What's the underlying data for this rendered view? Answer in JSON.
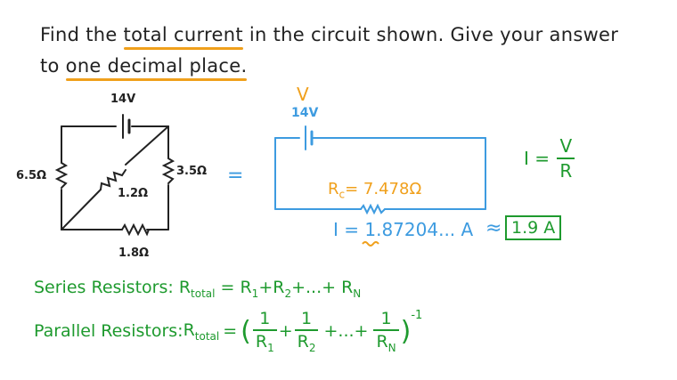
{
  "question": {
    "line1_pre": "Find the ",
    "line1_hl": "total current",
    "line1_post": " in the circuit shown.  Give your answer",
    "line2_pre": "to ",
    "line2_hl": "one decimal place."
  },
  "left_circuit": {
    "voltage": "14V",
    "r_left": "6.5Ω",
    "r_right": "3.5Ω",
    "r_diag": "1.2Ω",
    "r_bottom": "1.8Ω"
  },
  "equals": "=",
  "right_circuit": {
    "v_symbol": "V",
    "voltage": "14V",
    "rc_label": "R",
    "rc_sub": "c",
    "rc_value": "= 7.478Ω",
    "current_pre": "I = ",
    "current_value": "1.87204",
    "current_post": "... A",
    "approx": "≈",
    "answer": "1.9 A"
  },
  "ohms_law": {
    "lhs": "I =",
    "num": "V",
    "den": "R"
  },
  "series": {
    "label": "Series Resistors: ",
    "r": "R",
    "total": "total",
    "eq": " = R",
    "s1": "1",
    "p1": "+R",
    "s2": "2",
    "p2": "+...+ R",
    "sn": "N"
  },
  "parallel": {
    "label": "Parallel Resistors: ",
    "r": "R",
    "total": "total",
    "eq": "=",
    "lparen": "(",
    "one": "1",
    "r1": "R",
    "s1": "1",
    "plus": "+",
    "r2": "R",
    "s2": "2",
    "dots": "+...+",
    "rn": "R",
    "sn": "N",
    "rparen": ")",
    "exp": "-1"
  },
  "colors": {
    "orange": "#f0a01c",
    "blue": "#3d9be0",
    "green": "#1e9a2e",
    "ink": "#222222"
  }
}
